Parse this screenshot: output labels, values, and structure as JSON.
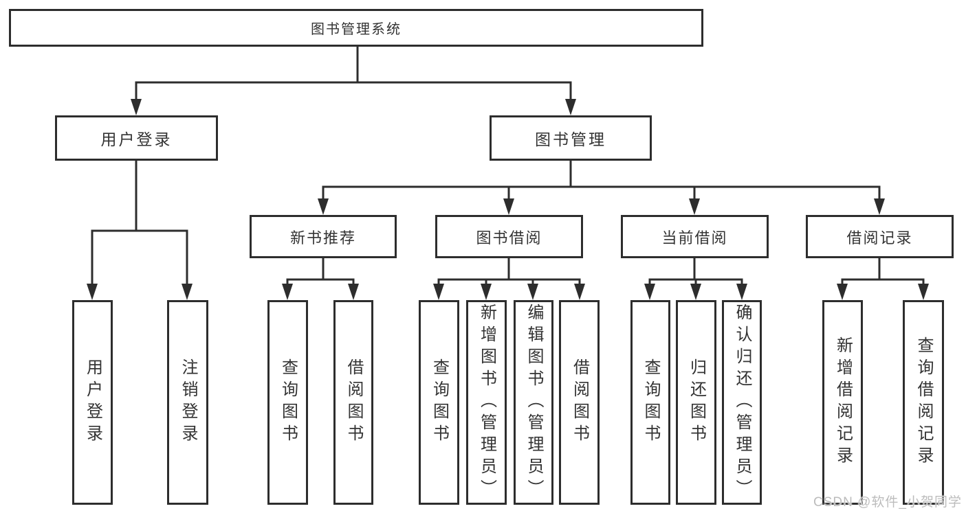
{
  "tree": {
    "label": "图书管理系统",
    "children": [
      {
        "label": "用户登录",
        "children": [
          {
            "label": "用户登录"
          },
          {
            "label": "注销登录"
          }
        ]
      },
      {
        "label": "图书管理",
        "children": [
          {
            "label": "新书推荐",
            "children": [
              {
                "label": "查询图书"
              },
              {
                "label": "借阅图书"
              }
            ]
          },
          {
            "label": "图书借阅",
            "children": [
              {
                "label": "查询图书"
              },
              {
                "label": "新增图书（管理员）"
              },
              {
                "label": "编辑图书（管理员）"
              },
              {
                "label": "借阅图书"
              }
            ]
          },
          {
            "label": "当前借阅",
            "children": [
              {
                "label": "查询图书"
              },
              {
                "label": "归还图书"
              },
              {
                "label": "确认归还（管理员）"
              }
            ]
          },
          {
            "label": "借阅记录",
            "children": [
              {
                "label": "新增借阅记录"
              },
              {
                "label": "查询借阅记录"
              }
            ]
          }
        ]
      }
    ]
  },
  "watermark": {
    "text": "CSDN @软件_小贺同学"
  },
  "colors": {
    "line": "#2d2d2d",
    "text": "#333333",
    "box_background": "#ffffff",
    "watermark": "#bcbcbc"
  }
}
